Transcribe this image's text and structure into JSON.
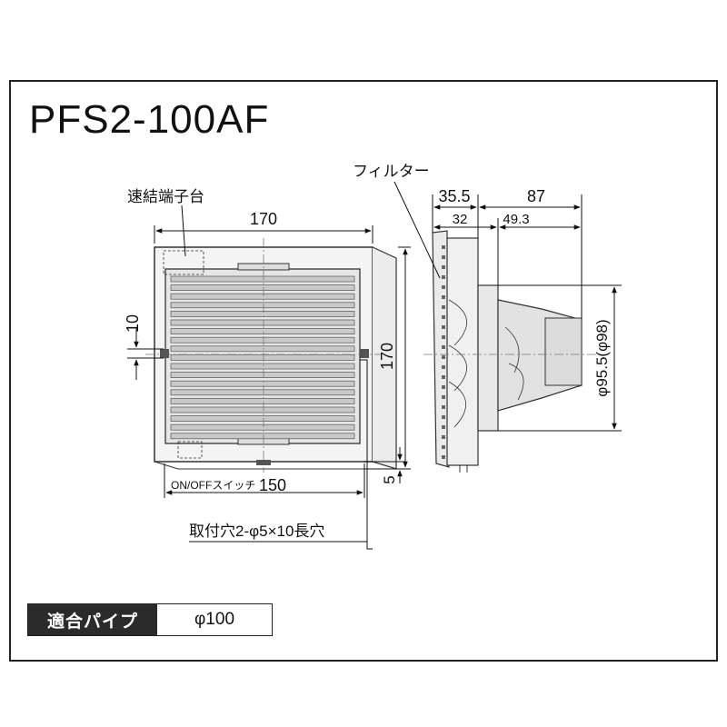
{
  "title": "PFS2-100AF",
  "labels": {
    "terminal_block": "速結端子台",
    "filter": "フィルター",
    "width_top": "170",
    "height_right": "170",
    "left_dim": "10",
    "mount_pitch": "150",
    "bottom_offset": "5",
    "onoff_switch": "ON/OFFスイッチ",
    "mount_holes": "取付穴2-φ5×10長穴",
    "depth_total_left": "35.5",
    "depth_total_right": "87",
    "depth_a": "32",
    "depth_b": "49.3",
    "duct_dia": "φ95.5(φ98)"
  },
  "pipe": {
    "label": "適合パイプ",
    "value": "φ100"
  }
}
